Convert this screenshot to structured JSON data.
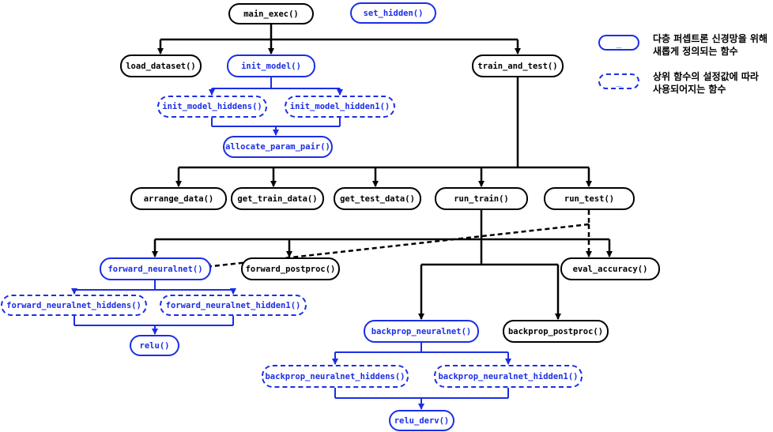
{
  "colors": {
    "blue": "#1b2ee6",
    "black": "#000000"
  },
  "nodes": {
    "main_exec": "main_exec()",
    "set_hidden": "set_hidden()",
    "load_dataset": "load_dataset()",
    "init_model": "init_model()",
    "train_and_test": "train_and_test()",
    "init_model_hiddens": "init_model_hiddens()",
    "init_model_hidden1": "init_model_hidden1()",
    "allocate_param_pair": "allocate_param_pair()",
    "arrange_data": "arrange_data()",
    "get_train_data": "get_train_data()",
    "get_test_data": "get_test_data()",
    "run_train": "run_train()",
    "run_test": "run_test()",
    "forward_neuralnet": "forward_neuralnet()",
    "forward_postproc": "forward_postproc()",
    "eval_accuracy": "eval_accuracy()",
    "forward_neuralnet_hiddens": "forward_neuralnet_hiddens()",
    "forward_neuralnet_hidden1": "forward_neuralnet_hidden1()",
    "relu": "relu()",
    "backprop_neuralnet": "backprop_neuralnet()",
    "backprop_postproc": "backprop_postproc()",
    "backprop_neuralnet_hiddens": "backprop_neuralnet_hiddens()",
    "backprop_neuralnet_hidden1": "backprop_neuralnet_hidden1()",
    "relu_derv": "relu_derv()"
  },
  "legend": {
    "solid_symbol": "_",
    "solid_line1": "다층 퍼셉트론 신경망을 위해",
    "solid_line2": "새롭게 정의되는 함수",
    "dashed_symbol": "_",
    "dashed_line1": "상위 함수의 설정값에 따라",
    "dashed_line2": "사용되어지는 함수"
  }
}
